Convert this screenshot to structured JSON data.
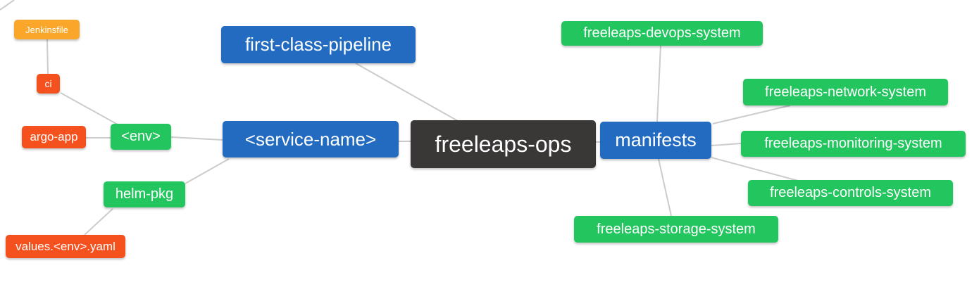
{
  "diagram": {
    "type": "mindmap",
    "root_label": "freeleaps-ops",
    "palette": {
      "root": "#3A3737",
      "primary": "#226BC0",
      "success": "#22C55E",
      "warning": "#F9A62B",
      "danger": "#F4511E",
      "edge": "#CCCCCC",
      "text": "#FFFFFF"
    },
    "nodes": {
      "root": {
        "label": "freeleaps-ops"
      },
      "first_class_pipeline": {
        "label": "first-class-pipeline"
      },
      "service_name": {
        "label": "<service-name>"
      },
      "manifests": {
        "label": "manifests"
      },
      "env": {
        "label": "<env>"
      },
      "helm_pkg": {
        "label": "helm-pkg"
      },
      "jenkinsfile": {
        "label": "Jenkinsfile"
      },
      "ci": {
        "label": "ci"
      },
      "argo_app": {
        "label": "argo-app"
      },
      "values_env_yaml": {
        "label": "values.<env>.yaml"
      },
      "devops_system": {
        "label": "freeleaps-devops-system"
      },
      "network_system": {
        "label": "freeleaps-network-system"
      },
      "monitoring_system": {
        "label": "freeleaps-monitoring-system"
      },
      "controls_system": {
        "label": "freeleaps-controls-system"
      },
      "storage_system": {
        "label": "freeleaps-storage-system"
      }
    },
    "edges": [
      "jenkinsfile - ci",
      "ci - env",
      "argo_app - env",
      "env - service_name",
      "helm_pkg - service_name",
      "values_env_yaml - helm_pkg",
      "first_class_pipeline - root",
      "service_name - root",
      "root - manifests",
      "manifests - devops_system",
      "manifests - network_system",
      "manifests - monitoring_system",
      "manifests - controls_system",
      "manifests - storage_system"
    ]
  }
}
